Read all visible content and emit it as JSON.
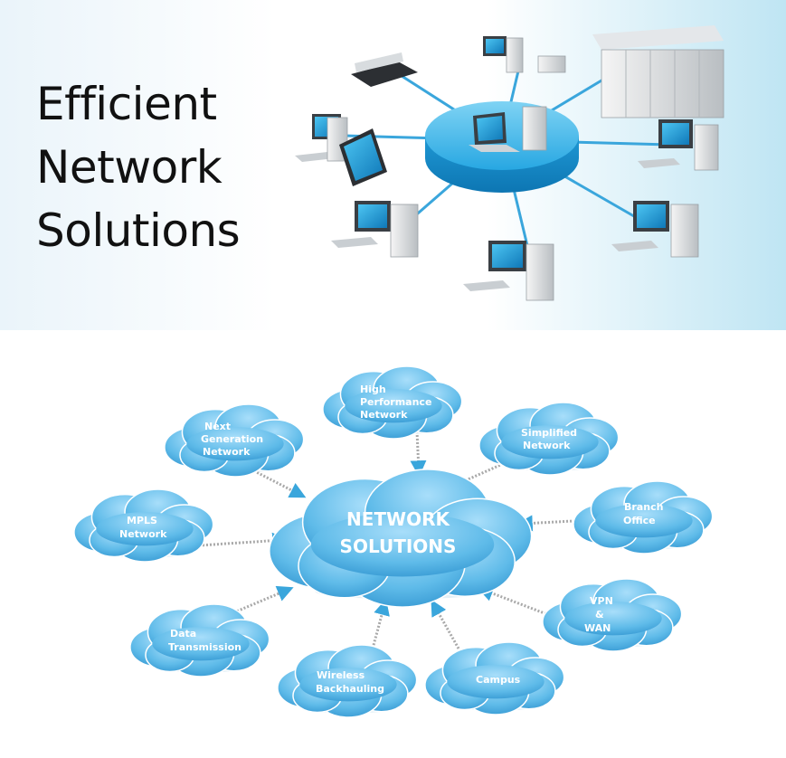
{
  "headline": {
    "lines": [
      "Efficient",
      "Network",
      "Solutions"
    ]
  },
  "diagram": {
    "center": {
      "lines": [
        "NETWORK",
        "SOLUTIONS"
      ]
    },
    "nodes": [
      {
        "id": "high-performance-network",
        "lines": [
          "High",
          "Performance",
          "Network"
        ]
      },
      {
        "id": "next-generation-network",
        "lines": [
          "Next",
          "Generation",
          "Network"
        ]
      },
      {
        "id": "simplified-network",
        "lines": [
          "Simplified",
          "Network"
        ]
      },
      {
        "id": "mpls-network",
        "lines": [
          "MPLS",
          "Network"
        ]
      },
      {
        "id": "branch-office",
        "lines": [
          "Branch",
          "Office"
        ]
      },
      {
        "id": "data-transmission",
        "lines": [
          "Data",
          "Transmission"
        ]
      },
      {
        "id": "vpn-wan",
        "lines": [
          "VPN",
          "&",
          "WAN"
        ]
      },
      {
        "id": "wireless-backhauling",
        "lines": [
          "Wireless",
          "Backhauling"
        ]
      },
      {
        "id": "campus",
        "lines": [
          "Campus"
        ]
      }
    ]
  },
  "colors": {
    "cloud_fill": "#6cc2ea",
    "cloud_dark": "#2a8fc9",
    "hub_blue": "#2fb0e6",
    "link_blue": "#3aa6dc",
    "arrow_gray": "#a9a9a9"
  }
}
